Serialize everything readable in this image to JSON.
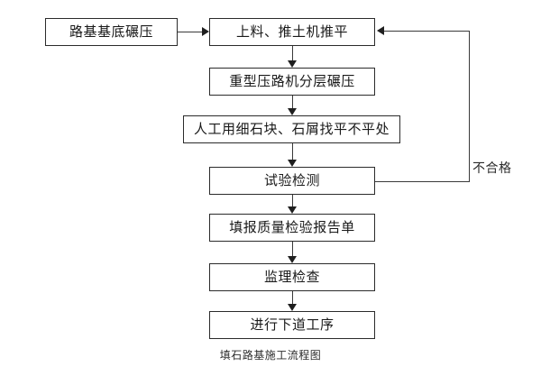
{
  "diagram": {
    "caption": "填石路基施工流程图",
    "colors": {
      "box_border": "#2b2b2b",
      "connector": "#3a3a3a",
      "arrow": "#1f1f1f",
      "background": "#ffffff",
      "text": "#1a1a1a"
    },
    "nodes": [
      {
        "id": "start",
        "label": "路基基底碾压"
      },
      {
        "id": "n1",
        "label": "上料、推土机推平"
      },
      {
        "id": "n2",
        "label": "重型压路机分层碾压"
      },
      {
        "id": "n3",
        "label": "人工用细石块、石屑找平不平处"
      },
      {
        "id": "n4",
        "label": "试验检测"
      },
      {
        "id": "n5",
        "label": "填报质量检验报告单"
      },
      {
        "id": "n6",
        "label": "监理检查"
      },
      {
        "id": "n7",
        "label": "进行下道工序"
      }
    ],
    "edge_labels": [
      {
        "id": "fail",
        "label": "不合格"
      }
    ]
  }
}
